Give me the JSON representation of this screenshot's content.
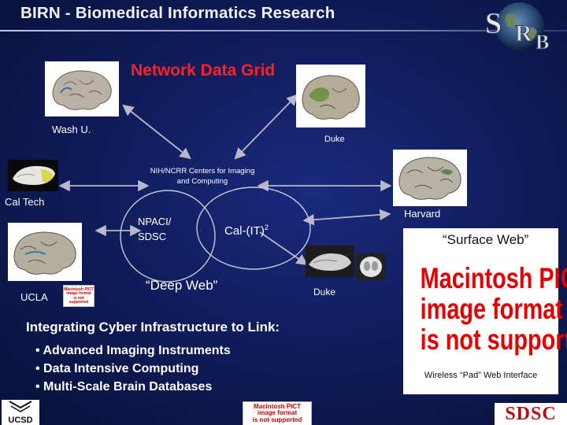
{
  "title": "BIRN - Biomedical Informatics Research",
  "network_title": "Network Data Grid",
  "sites": {
    "wash_u": "Wash U.",
    "duke_top": "Duke",
    "caltech": "Cal Tech",
    "harvard": "Harvard",
    "ucla": "UCLA",
    "duke_bottom": "Duke"
  },
  "nih_center": "NIH/NCRR Centers for Imaging and Computing",
  "npaci": "NPACI/ SDSC",
  "calit": "Cal-(IT)",
  "calit_sup": "2",
  "deep_web": "“Deep Web”",
  "surface_web": "“Surface Web”",
  "integrating": "Integrating Cyber Infrastructure to Link:",
  "bullets": [
    "• Advanced Imaging Instruments",
    "• Data Intensive Computing",
    "• Multi-Scale Brain Databases"
  ],
  "pict_placeholder": {
    "line1": "Macintosh PICT",
    "line2": "image format",
    "line3": "is not supported"
  },
  "wireless": "Wireless “Pad” Web Interface",
  "logos": {
    "srb": "SRB",
    "sdsc": "SDSC",
    "ucsd": "UCSD"
  },
  "colors": {
    "background": "#101d5c",
    "network_title": "#ff2020",
    "pict_text": "#e20000"
  }
}
